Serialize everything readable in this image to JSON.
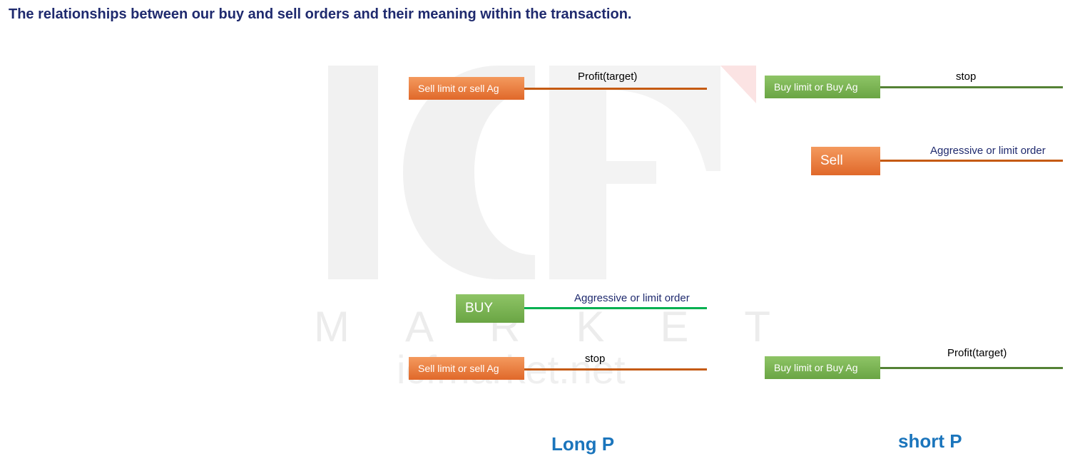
{
  "title": "The relationships between our buy and sell orders and their meaning within the transaction.",
  "watermark": {
    "logo": "ICF",
    "letters": [
      "M",
      "A",
      "R",
      "K",
      "E",
      "T"
    ],
    "url": "icfmarket.net"
  },
  "long": {
    "caption": "Long P",
    "target_box": "Sell limit or sell Ag",
    "target_label": "Profit(target)",
    "entry_box": "BUY",
    "entry_label": "Aggressive or limit order",
    "stop_box": "Sell limit or sell Ag",
    "stop_label": "stop"
  },
  "short": {
    "caption": "short P",
    "stop_box": "Buy limit or Buy Ag",
    "stop_label": "stop",
    "entry_box": "Sell",
    "entry_label": "Aggressive or limit order",
    "target_box": "Buy limit or Buy Ag",
    "target_label": "Profit(target)"
  },
  "colors": {
    "title": "#1f2a6e",
    "orange": "#e0682a",
    "green": "#6aa544",
    "orange_line": "#c55a11",
    "green_line": "#548235",
    "buy_line": "#00b050",
    "caption": "#1b75bc"
  }
}
